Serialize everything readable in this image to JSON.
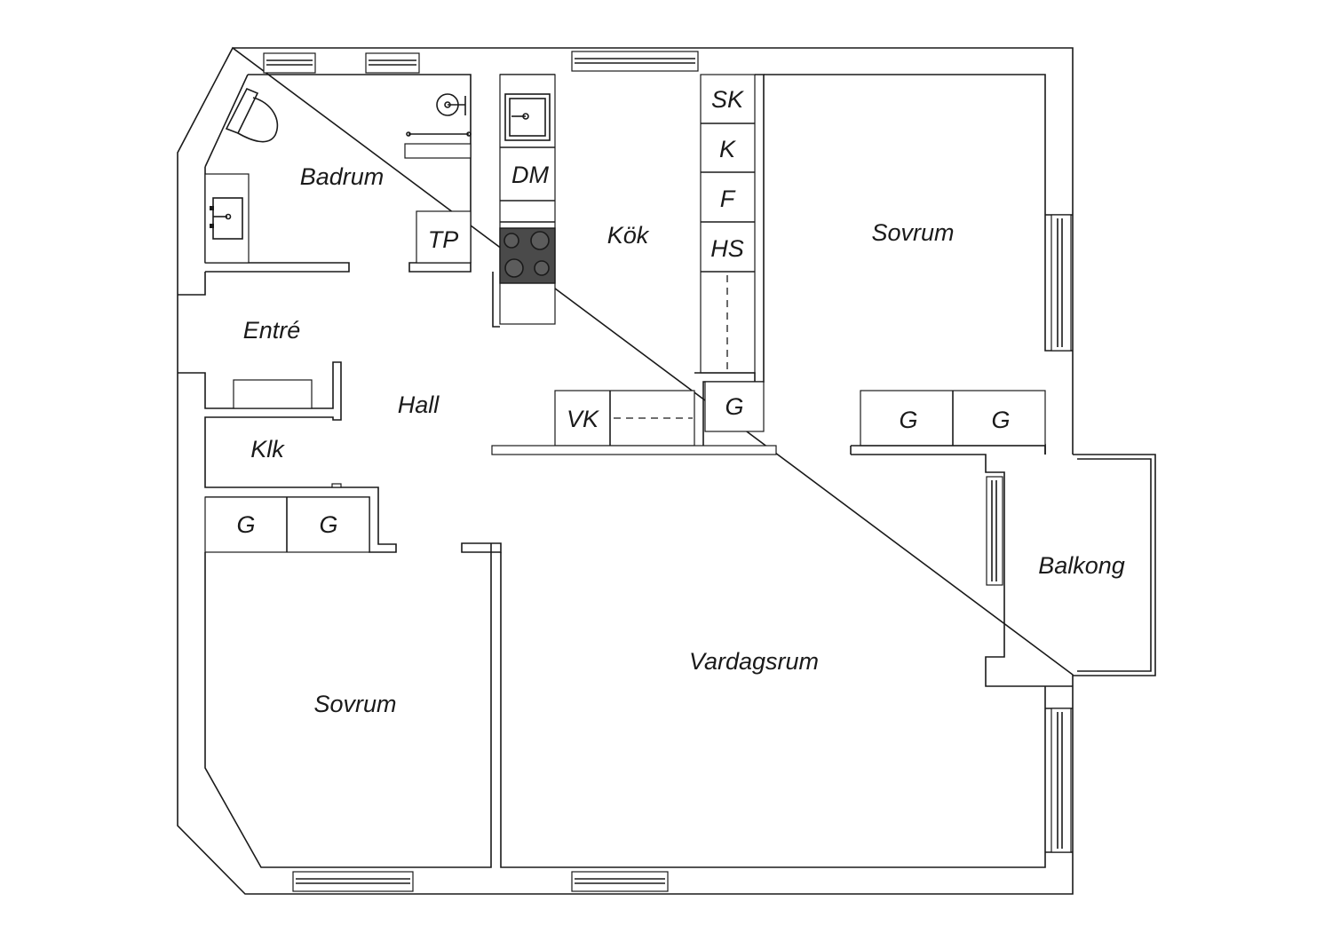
{
  "rooms": {
    "badrum": "Badrum",
    "kok": "Kök",
    "sovrum_top": "Sovrum",
    "entre": "Entré",
    "hall": "Hall",
    "klk": "Klk",
    "sovrum_bottom": "Sovrum",
    "vardagsrum": "Vardagsrum",
    "balkong": "Balkong"
  },
  "fixtures": {
    "tp": "TP",
    "dm": "DM",
    "sk": "SK",
    "k": "K",
    "f": "F",
    "hs": "HS",
    "vk": "VK",
    "g_kitchen": "G",
    "g_sovrum_1": "G",
    "g_sovrum_2": "G",
    "g_hall_1": "G",
    "g_hall_2": "G"
  },
  "icons": [
    "toilet-icon",
    "sink-icon",
    "shower-icon",
    "kitchen-sink-icon",
    "stove-icon"
  ],
  "colors": {
    "line": "#1a1a1a",
    "background": "#ffffff",
    "stove": "#4a4a4a"
  }
}
